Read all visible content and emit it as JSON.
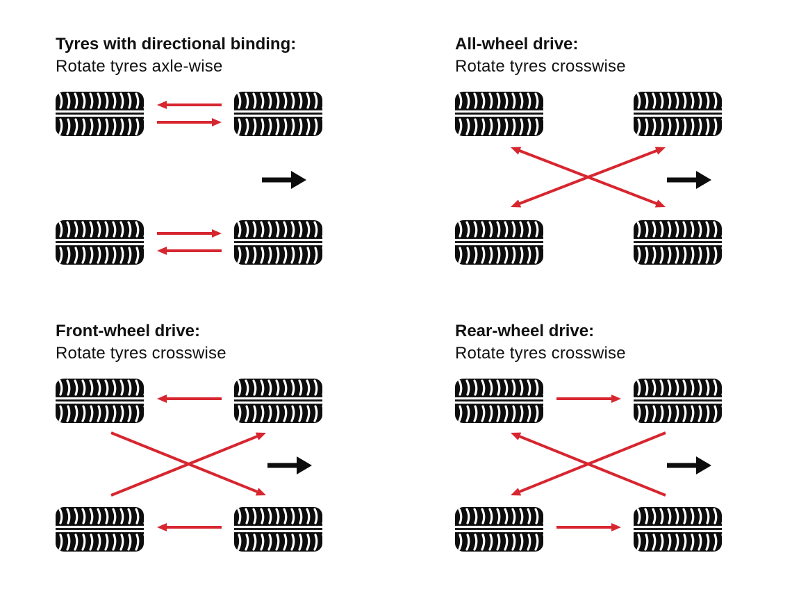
{
  "colors": {
    "tyre": "#0d0d0d",
    "rotation_arrow": "#d7262f",
    "direction_arrow": "#0d0d0d",
    "background": "#ffffff"
  },
  "icons": {
    "tyre": "tyre-tread-icon",
    "direction": "direction-arrow-icon"
  },
  "panels": [
    {
      "id": "directional",
      "title": "Tyres with directional binding:",
      "subtitle": "Rotate tyres axle-wise",
      "rotations": [
        {
          "from": "front-right",
          "to": "front-left"
        },
        {
          "from": "front-left",
          "to": "front-right"
        },
        {
          "from": "rear-left",
          "to": "rear-right"
        },
        {
          "from": "rear-right",
          "to": "rear-left"
        }
      ]
    },
    {
      "id": "awd",
      "title": "All-wheel drive:",
      "subtitle": "Rotate tyres crosswise",
      "rotations": [
        {
          "from": "front-left",
          "to": "rear-right",
          "both_ends": true
        },
        {
          "from": "front-right",
          "to": "rear-left",
          "both_ends": true
        }
      ]
    },
    {
      "id": "fwd",
      "title": "Front-wheel drive:",
      "subtitle": "Rotate tyres crosswise",
      "rotations": [
        {
          "from": "front-right",
          "to": "front-left"
        },
        {
          "from": "rear-right",
          "to": "rear-left"
        },
        {
          "from": "rear-left",
          "to": "front-right"
        },
        {
          "from": "front-left",
          "to": "rear-right"
        }
      ]
    },
    {
      "id": "rwd",
      "title": "Rear-wheel drive:",
      "subtitle": "Rotate tyres crosswise",
      "rotations": [
        {
          "from": "front-left",
          "to": "front-right"
        },
        {
          "from": "rear-left",
          "to": "rear-right"
        },
        {
          "from": "rear-right",
          "to": "front-left"
        },
        {
          "from": "front-right",
          "to": "rear-left"
        }
      ]
    }
  ]
}
